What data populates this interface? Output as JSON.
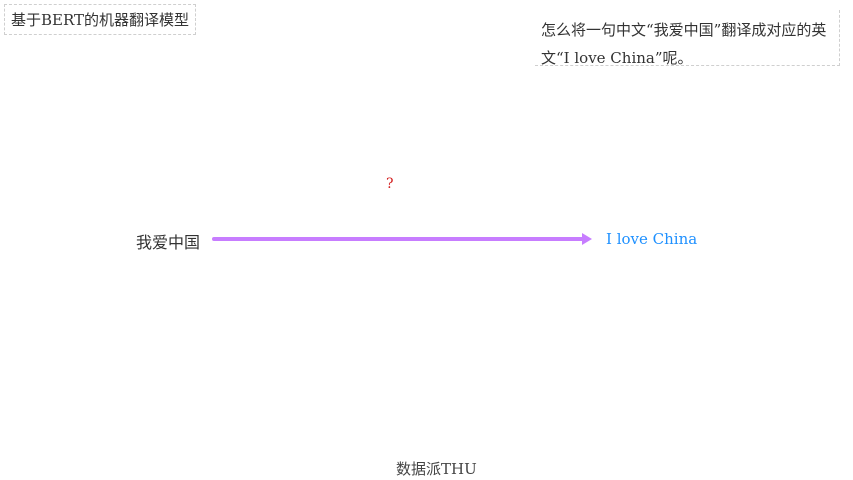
{
  "slide": {
    "title": "基于BERT的机器翻译模型",
    "question": "怎么将一句中文“我爱中国”翻译成对应的英文“I love China”呢。",
    "question_mark": "?",
    "source_sentence": "我爱中国",
    "target_sentence": "I love China",
    "speaker": "数据派THU"
  },
  "colors": {
    "arrow": "#c77dff",
    "question_mark": "#d32020",
    "target_text": "#1e90ff"
  }
}
